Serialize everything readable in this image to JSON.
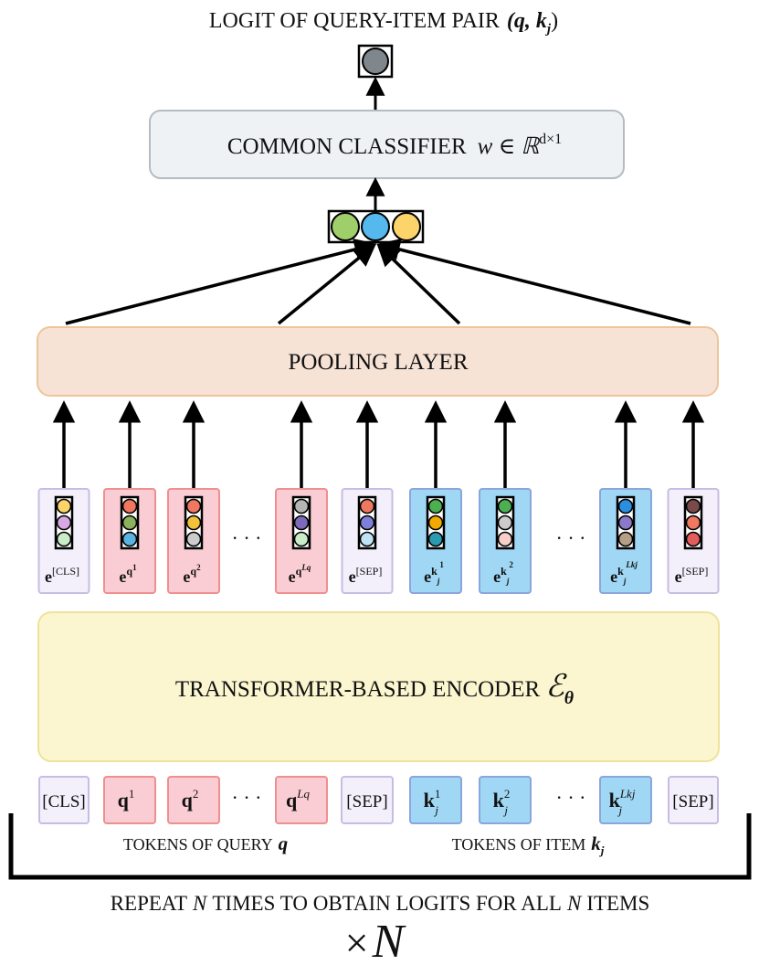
{
  "title": {
    "text": "LOGIT OF QUERY-ITEM PAIR",
    "math": "(q, k",
    "math_sub": "j",
    "math_close": ")"
  },
  "classifier": {
    "text": "COMMON CLASSIFIER",
    "math": "w ∈ ℝ",
    "math_sup": "d×1"
  },
  "pooling": {
    "text": "POOLING LAYER"
  },
  "encoder": {
    "text": "TRANSFORMER-BASED ENCODER",
    "math": "ℰ",
    "math_sub": "θ"
  },
  "ellipsis": "· · ·",
  "embeddings": [
    {
      "base": "e",
      "sup": "[CLS]",
      "sub": "",
      "kind": "special",
      "dots": [
        "#fcd46a",
        "#d7a8e4",
        "#c9ecc9"
      ]
    },
    {
      "base": "e",
      "sup": "q",
      "supsup": "1",
      "sub": "",
      "kind": "query",
      "dots": [
        "#f07860",
        "#8cb15c",
        "#5ab3e0"
      ]
    },
    {
      "base": "e",
      "sup": "q",
      "supsup": "2",
      "sub": "",
      "kind": "query",
      "dots": [
        "#f07860",
        "#f2c23a",
        "#cccccc"
      ]
    },
    {
      "base": "e",
      "sup": "q",
      "supsup": "Lq",
      "sub": "",
      "kind": "query",
      "dots": [
        "#b5b5b5",
        "#7d6ab8",
        "#c9ecc9"
      ]
    },
    {
      "base": "e",
      "sup": "[SEP]",
      "sub": "",
      "kind": "special",
      "dots": [
        "#f07860",
        "#7d7fd8",
        "#bfe3f4"
      ]
    },
    {
      "base": "e",
      "sup": "k",
      "supsup": "1",
      "subsub": "j",
      "kind": "item",
      "dots": [
        "#4caf50",
        "#f2a900",
        "#2a9bb0"
      ]
    },
    {
      "base": "e",
      "sup": "k",
      "supsup": "2",
      "subsub": "j",
      "kind": "item",
      "dots": [
        "#4caf50",
        "#cccccc",
        "#f8cfc8"
      ]
    },
    {
      "base": "e",
      "sup": "k",
      "supsup": "Lkj",
      "subsub": "j",
      "kind": "item",
      "dots": [
        "#2a8fe0",
        "#8a79c8",
        "#b59f86"
      ]
    },
    {
      "base": "e",
      "sup": "[SEP]",
      "sub": "",
      "kind": "special",
      "dots": [
        "#7a4a4a",
        "#f07860",
        "#e45d5d"
      ]
    }
  ],
  "tokens": [
    {
      "text": "[CLS]",
      "kind": "special"
    },
    {
      "text": "q",
      "sup": "1",
      "kind": "query"
    },
    {
      "text": "q",
      "sup": "2",
      "kind": "query"
    },
    {
      "text": "q",
      "sup": "Lq",
      "kind": "query"
    },
    {
      "text": "[SEP]",
      "kind": "special"
    },
    {
      "text": "k",
      "sup": "1",
      "sub": "j",
      "kind": "item"
    },
    {
      "text": "k",
      "sup": "2",
      "sub": "j",
      "kind": "item"
    },
    {
      "text": "k",
      "sup": "Lkj",
      "sub": "j",
      "kind": "item"
    },
    {
      "text": "[SEP]",
      "kind": "special"
    }
  ],
  "query_caption": {
    "text": "TOKENS OF QUERY",
    "math": "q"
  },
  "item_caption": {
    "text": "TOKENS OF ITEM",
    "math": "k",
    "math_sub": "j"
  },
  "repeat": {
    "pre": "REPEAT",
    "n1": "N",
    "mid": "TIMES TO OBTAIN LOGITS FOR ALL",
    "n2": "N",
    "post": "ITEMS"
  },
  "times_n": {
    "times": "×",
    "n": "N"
  },
  "pooled_dots": [
    "#9fcf6a",
    "#55b9ee",
    "#fdd36b"
  ],
  "logit_dot": "#7f868c",
  "colors": {
    "query_fill": "#f9cdd3",
    "query_stroke": "#ef8f8f",
    "item_fill": "#9fd7f4",
    "item_stroke": "#8aa6da",
    "special_fill": "#f3effb",
    "special_stroke": "#c7bde3",
    "classifier_fill": "#eef2f5",
    "classifier_stroke": "#b4bcc3",
    "pooling_fill": "#f7e3d6",
    "pooling_stroke": "#eec59a",
    "encoder_fill": "#fbf6cf",
    "encoder_stroke": "#ede39a"
  }
}
